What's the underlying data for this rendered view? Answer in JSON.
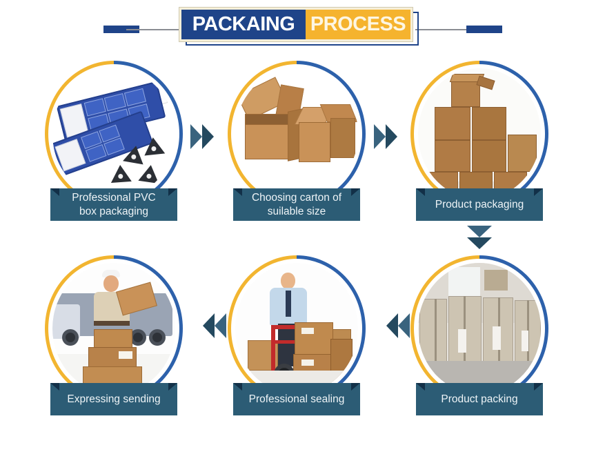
{
  "header": {
    "title_part1": "PACKAING",
    "title_part2": "PROCESS",
    "blue": "#1F4489",
    "gold": "#F5B32E",
    "border": "#F6EFD8"
  },
  "theme": {
    "ring_left": "#F2B530",
    "ring_right": "#2D61AB",
    "caption_bg": "#2C5C75",
    "caption_text": "#EEF4F7",
    "arrow": "#2A4F66"
  },
  "steps": [
    {
      "index": "1",
      "caption_line1": "Professional PVC",
      "caption_line2": "box packaging",
      "caption": "Professional PVC box packaging",
      "scene": "pvc-insert-box"
    },
    {
      "index": "2",
      "caption_line1": "Choosing carton of",
      "caption_line2": "suilable size",
      "caption": "Choosing carton of suilable size",
      "scene": "open-cartons"
    },
    {
      "index": "3",
      "caption_line1": "Product packaging",
      "caption_line2": "",
      "caption": "Product packaging",
      "scene": "stacked-boxes"
    },
    {
      "index": "4",
      "caption_line1": "Product packing",
      "caption_line2": "",
      "caption": "Product packing",
      "scene": "warehouse-crates"
    },
    {
      "index": "5",
      "caption_line1": "Professional sealing",
      "caption_line2": "",
      "caption": "Professional sealing",
      "scene": "hand-truck-worker"
    },
    {
      "index": "6",
      "caption_line1": "Expressing sending",
      "caption_line2": "",
      "caption": "Expressing sending",
      "scene": "courier-truck"
    }
  ],
  "arrows": [
    {
      "name": "arrow-step1-to-step2",
      "direction": "right"
    },
    {
      "name": "arrow-step2-to-step3",
      "direction": "right"
    },
    {
      "name": "arrow-step3-to-step4",
      "direction": "down"
    },
    {
      "name": "arrow-step4-to-step5",
      "direction": "left"
    },
    {
      "name": "arrow-step5-to-step6",
      "direction": "left"
    }
  ]
}
